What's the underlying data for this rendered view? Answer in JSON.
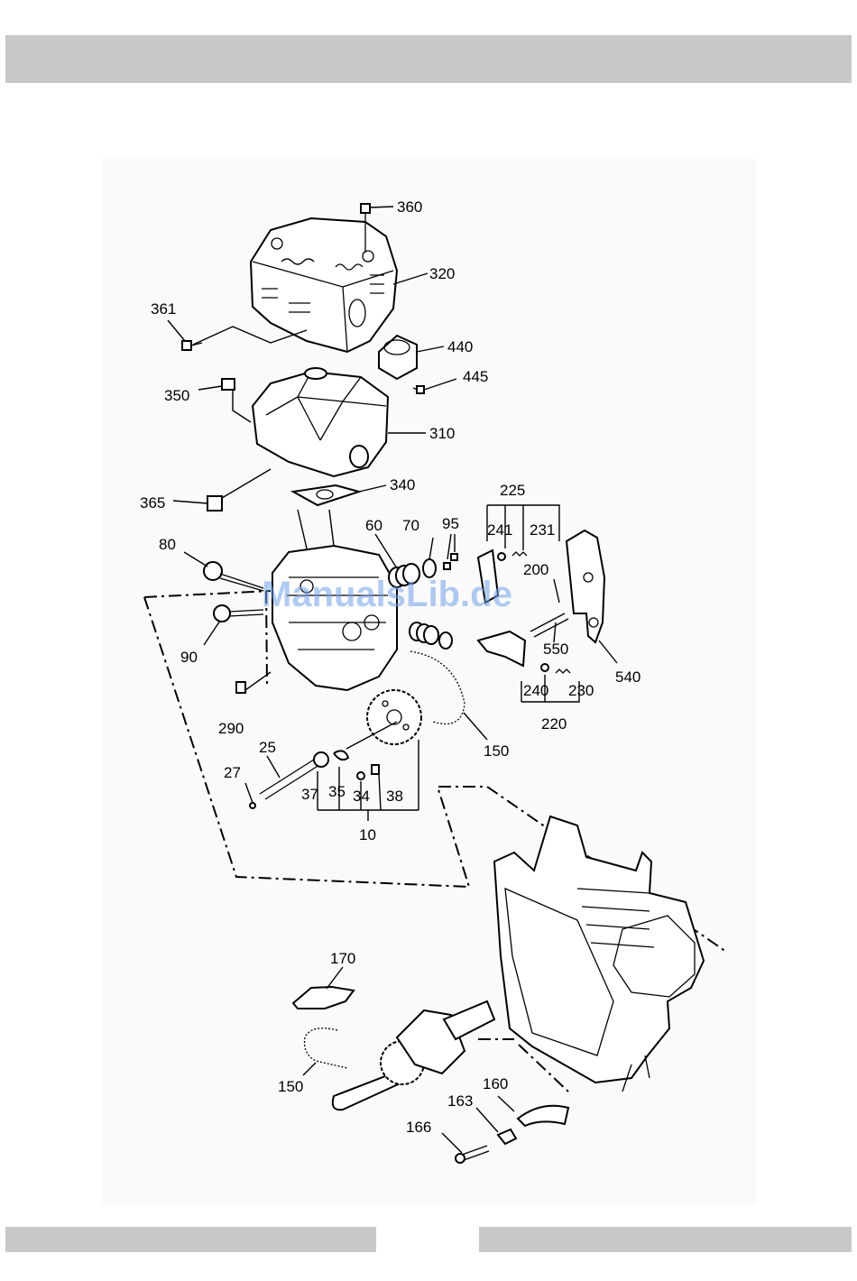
{
  "watermark": "ManualsLib.de",
  "labels": [
    {
      "id": "l360",
      "text": "360"
    },
    {
      "id": "l320",
      "text": "320"
    },
    {
      "id": "l361",
      "text": "361"
    },
    {
      "id": "l440",
      "text": "440"
    },
    {
      "id": "l445",
      "text": "445"
    },
    {
      "id": "l350",
      "text": "350"
    },
    {
      "id": "l310",
      "text": "310"
    },
    {
      "id": "l365",
      "text": "365"
    },
    {
      "id": "l340",
      "text": "340"
    },
    {
      "id": "l225",
      "text": "225"
    },
    {
      "id": "l60",
      "text": "60"
    },
    {
      "id": "l70",
      "text": "70"
    },
    {
      "id": "l95",
      "text": "95"
    },
    {
      "id": "l241",
      "text": "241"
    },
    {
      "id": "l231",
      "text": "231"
    },
    {
      "id": "l80",
      "text": "80"
    },
    {
      "id": "l200",
      "text": "200"
    },
    {
      "id": "l90",
      "text": "90"
    },
    {
      "id": "l550",
      "text": "550"
    },
    {
      "id": "l540",
      "text": "540"
    },
    {
      "id": "l240",
      "text": "240"
    },
    {
      "id": "l230",
      "text": "230"
    },
    {
      "id": "l220",
      "text": "220"
    },
    {
      "id": "l290",
      "text": "290"
    },
    {
      "id": "l150a",
      "text": "150"
    },
    {
      "id": "l25",
      "text": "25"
    },
    {
      "id": "l27",
      "text": "27"
    },
    {
      "id": "l37",
      "text": "37"
    },
    {
      "id": "l35",
      "text": "35"
    },
    {
      "id": "l34",
      "text": "34"
    },
    {
      "id": "l38",
      "text": "38"
    },
    {
      "id": "l10",
      "text": "10"
    },
    {
      "id": "l170",
      "text": "170"
    },
    {
      "id": "l150b",
      "text": "150"
    },
    {
      "id": "l160",
      "text": "160"
    },
    {
      "id": "l163",
      "text": "163"
    },
    {
      "id": "l166",
      "text": "166"
    }
  ]
}
